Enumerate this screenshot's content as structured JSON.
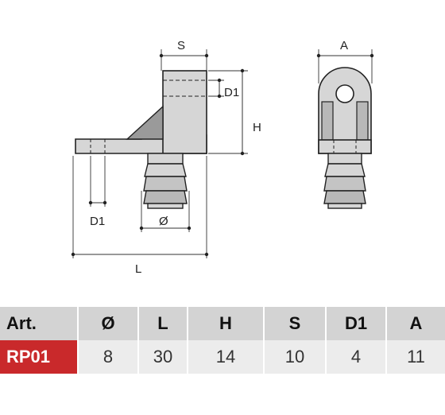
{
  "drawing": {
    "labels": {
      "s": "S",
      "d1_side": "D1",
      "h": "H",
      "d1_bottom": "D1",
      "diameter": "Ø",
      "l": "L",
      "a": "A"
    },
    "colors": {
      "part_fill": "#d6d6d6",
      "part_stroke": "#222222",
      "dim_line": "#333333"
    }
  },
  "table": {
    "headers": [
      "Art.",
      "Ø",
      "L",
      "H",
      "S",
      "D1",
      "A"
    ],
    "rows": [
      [
        "RP01",
        "8",
        "30",
        "14",
        "10",
        "4",
        "11"
      ]
    ],
    "colors": {
      "header_bg": "#d3d3d3",
      "row_bg": "#ececec",
      "code_bg": "#c9292b"
    }
  }
}
